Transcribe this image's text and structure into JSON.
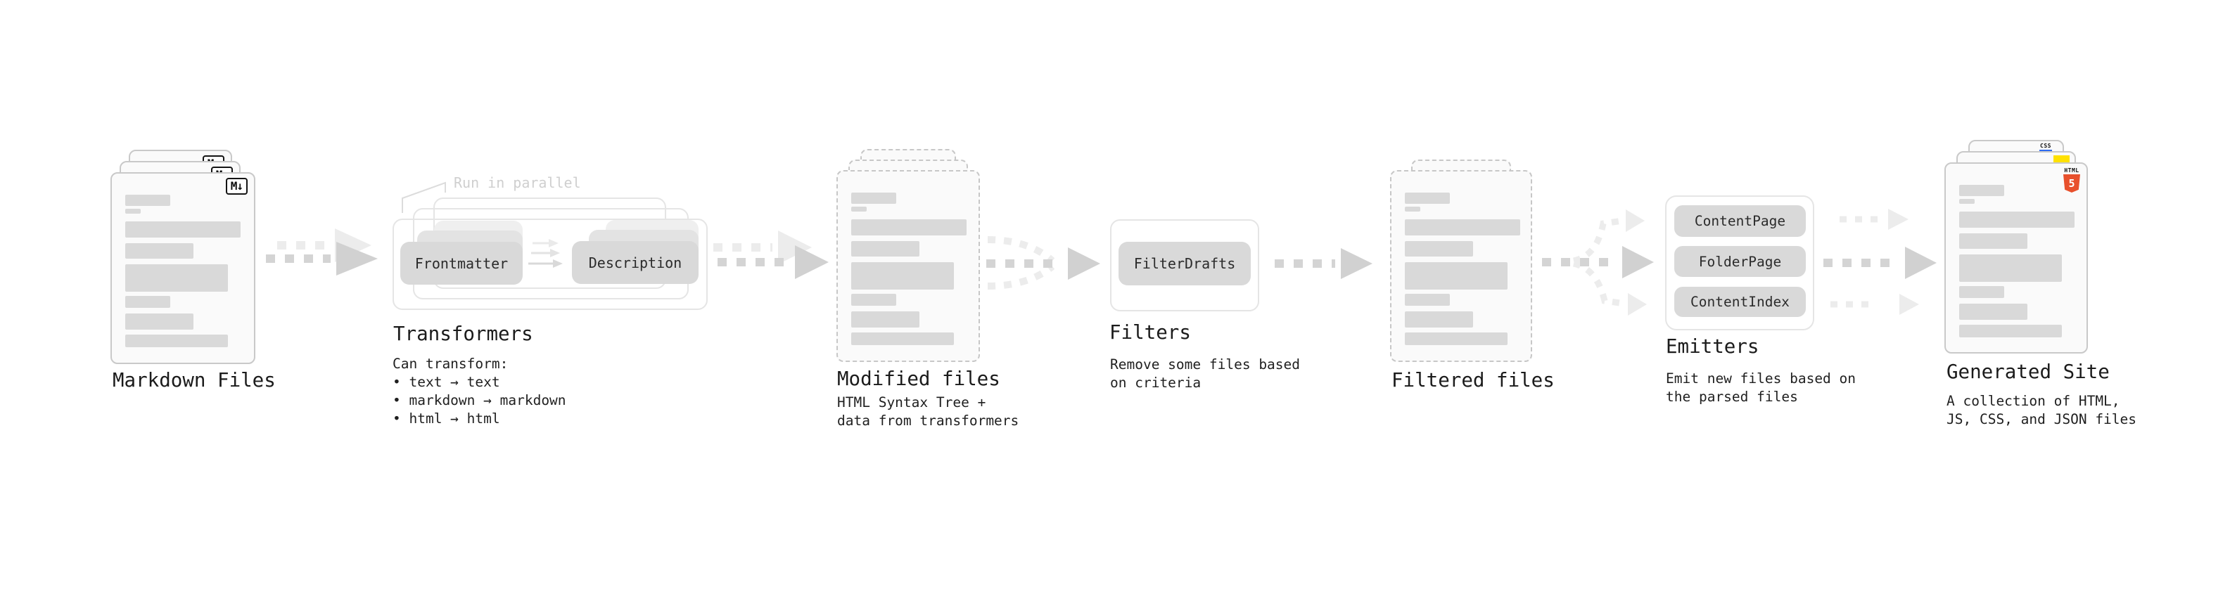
{
  "diagram": {
    "stages": [
      {
        "id": "markdown",
        "label": "Markdown Files",
        "badge": "M↓"
      },
      {
        "id": "transformers",
        "label": "Transformers",
        "note": "Run in parallel",
        "buttons": [
          "Frontmatter",
          "Description"
        ],
        "caption": "Can transform:\n • text → text\n • markdown → markdown\n • html → html"
      },
      {
        "id": "modified",
        "label": "Modified files",
        "caption": "HTML Syntax Tree +\ndata from transformers"
      },
      {
        "id": "filters",
        "label": "Filters",
        "buttons": [
          "FilterDrafts"
        ],
        "caption": "Remove some files based\non criteria"
      },
      {
        "id": "filtered",
        "label": "Filtered files"
      },
      {
        "id": "emitters",
        "label": "Emitters",
        "buttons": [
          "ContentPage",
          "FolderPage",
          "ContentIndex"
        ],
        "caption": "Emit new files based on\nthe parsed files"
      },
      {
        "id": "generated",
        "label": "Generated Site",
        "caption": "A collection of HTML,\nJS, CSS, and JSON files",
        "badges": {
          "html5_label": "HTML",
          "html5_number": "5",
          "css_label": "CSS"
        }
      }
    ],
    "colors": {
      "html5_orange": "#e8502c",
      "js_yellow": "#ffe100",
      "css_blue": "#2f6bf1",
      "arrow_gray": "#d2d2d2",
      "arrow_light": "#ececec"
    }
  }
}
